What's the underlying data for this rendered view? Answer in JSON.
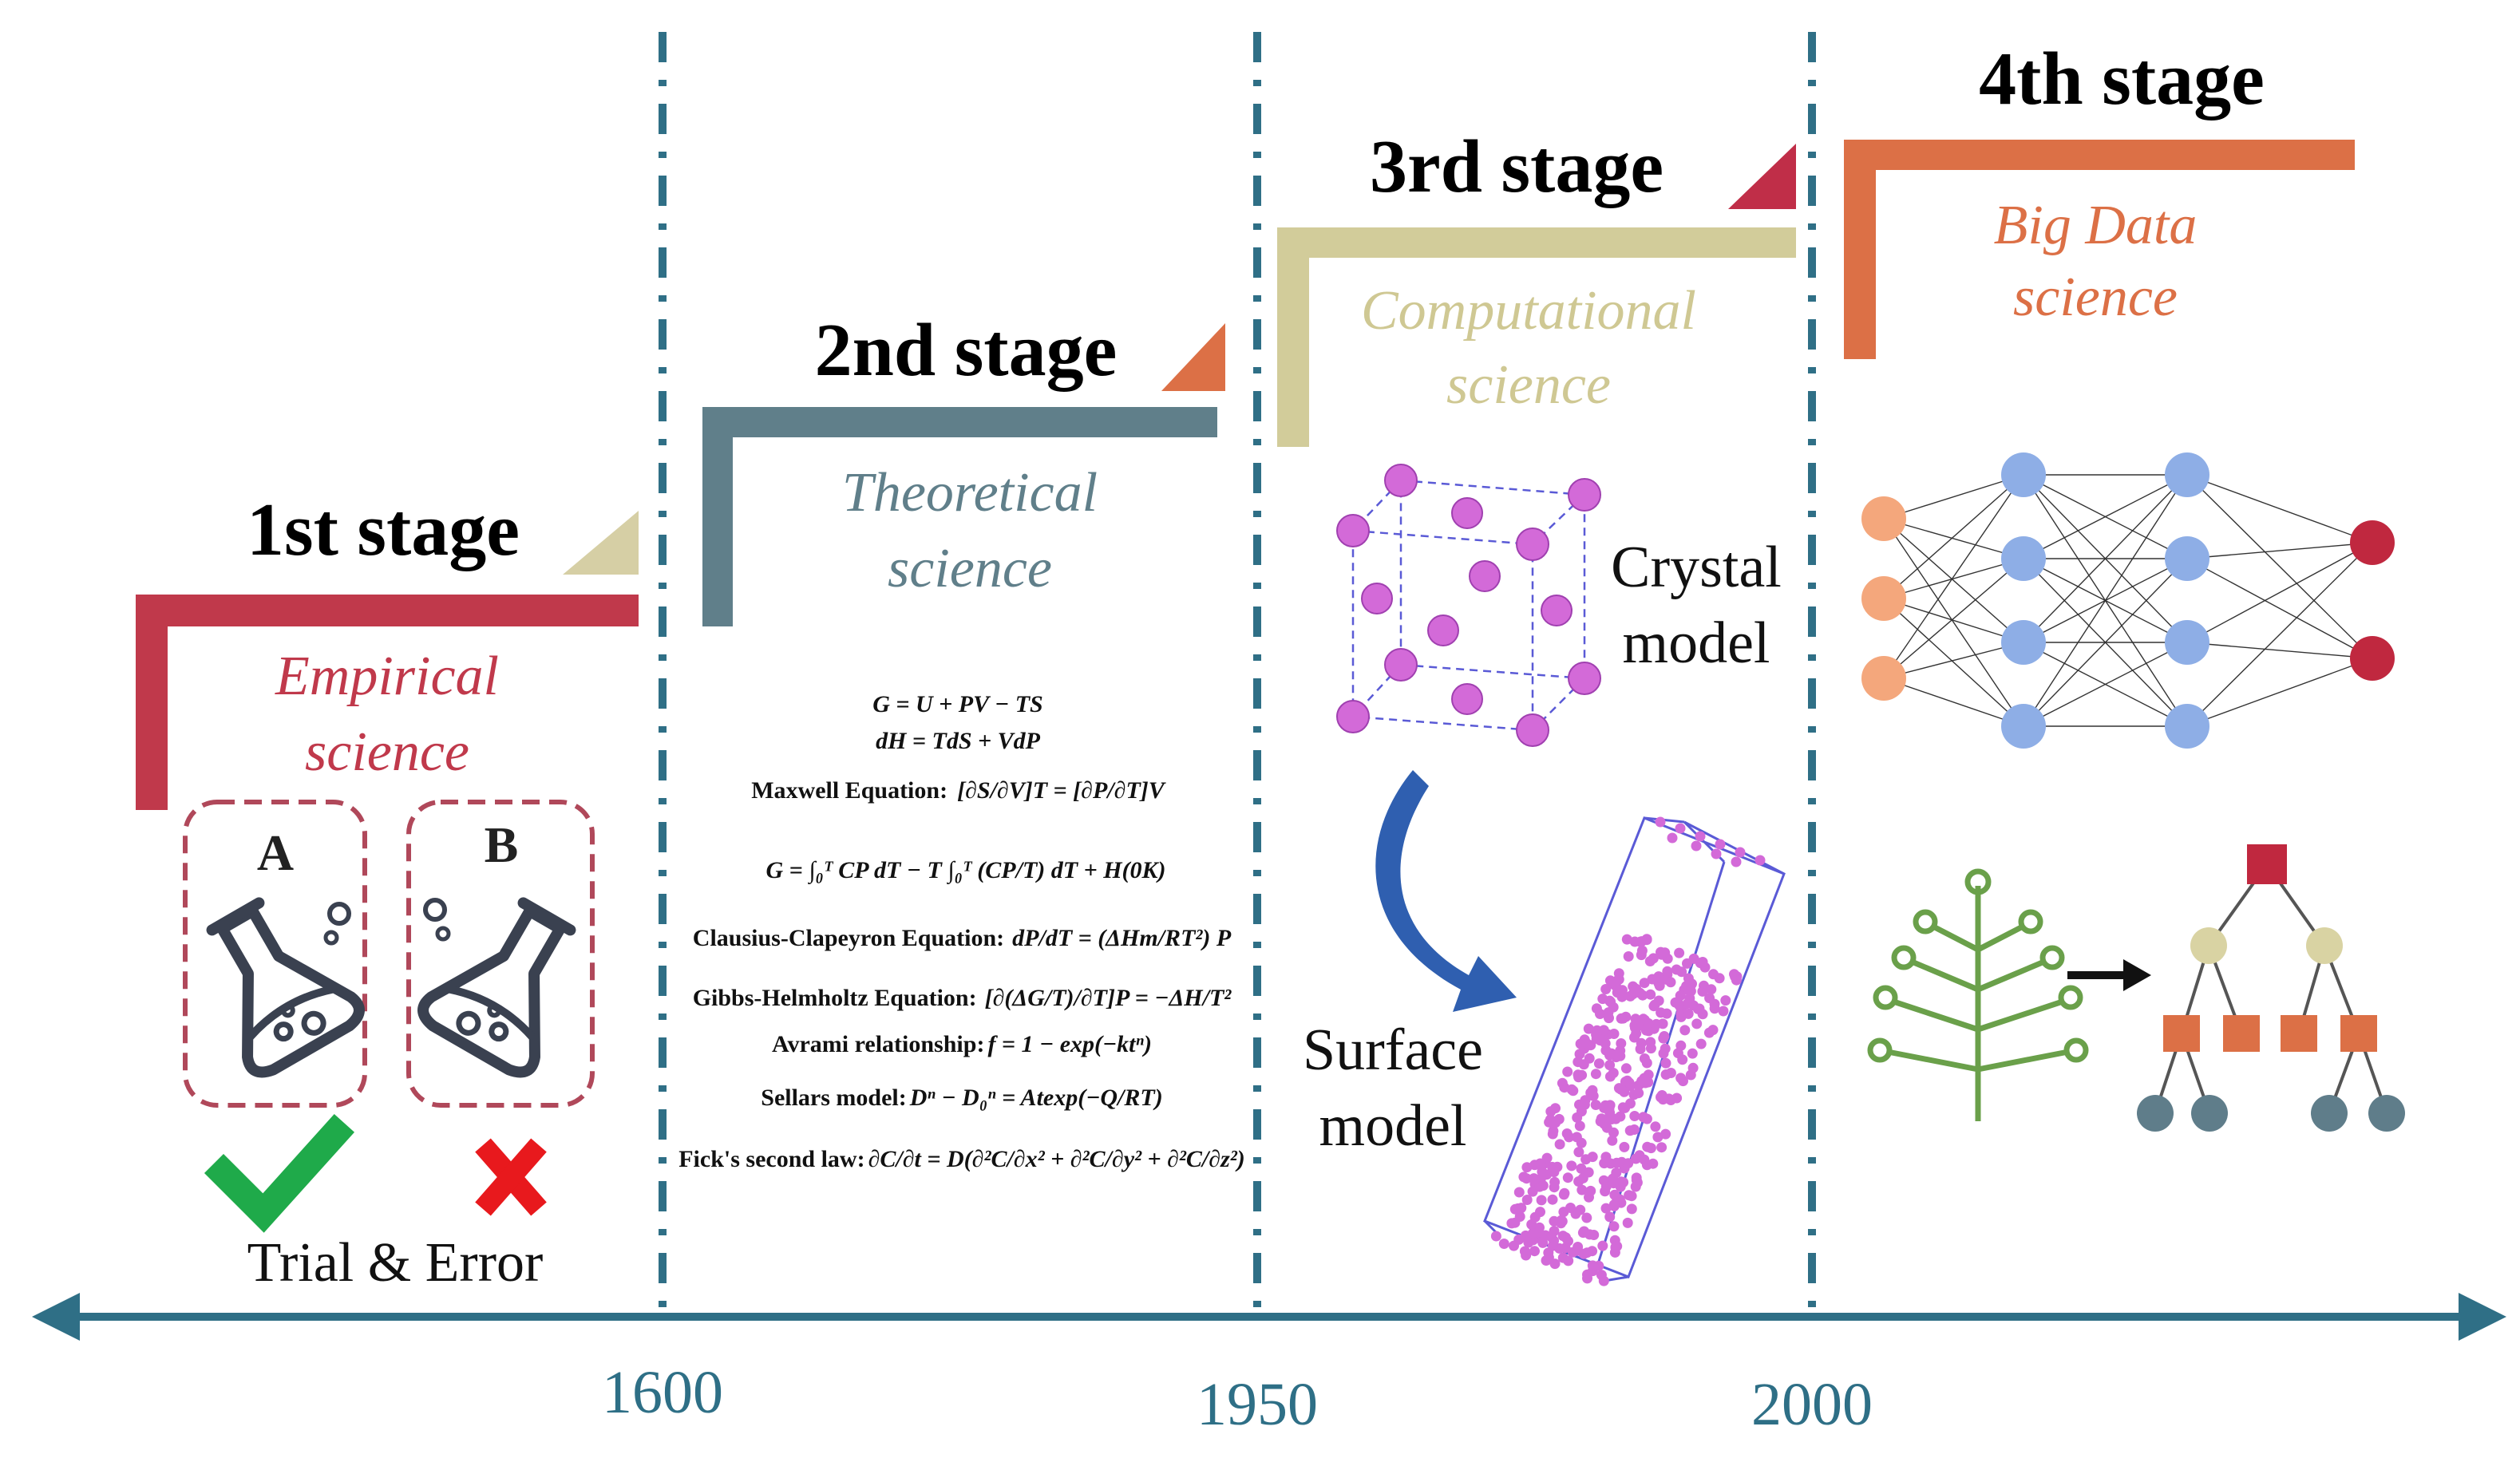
{
  "timeline": {
    "years": [
      "1600",
      "1950",
      "2000"
    ]
  },
  "stages": [
    {
      "title": "1st stage",
      "science_line1": "Empirical",
      "science_line2": "science",
      "color": "#c0394b",
      "marker_color": "#d6cfa5"
    },
    {
      "title": "2nd stage",
      "science_line1": "Theoretical",
      "science_line2": "science",
      "color": "#607f8a",
      "marker_color": "#dc7046"
    },
    {
      "title": "3rd stage",
      "science_line1": "Computational",
      "science_line2": "science",
      "color": "#d2cc9a",
      "marker_color": "#c02e48"
    },
    {
      "title": "4th stage",
      "science_line1": "Big Data",
      "science_line2": "science",
      "color": "#dc7046",
      "marker_color": "#dc7046"
    }
  ],
  "empirical": {
    "flask_a_label": "A",
    "flask_b_label": "B",
    "caption": "Trial & Error",
    "success_color": "#1faa4a",
    "fail_color": "#e8191d"
  },
  "equations": {
    "gibbs": "G = U + PV − TS",
    "enthalpy": "dH = TdS + VdP",
    "maxwell_label": "Maxwell Equation:",
    "maxwell_expr": "[∂S/∂V]T = [∂P/∂T]V",
    "gibbs_integral": "G = ∫₀ᵀ CP dT − T ∫₀ᵀ (CP/T) dT + H(0K)",
    "clausius_label": "Clausius-Clapeyron Equation:",
    "clausius_expr": "dP/dT = (ΔHm/RT²) P",
    "gibbs_helmholtz_label": "Gibbs-Helmholtz Equation:",
    "gibbs_helmholtz_expr": "[∂(ΔG/T)/∂T]P = −ΔH/T²",
    "avrami_label": "Avrami relationship:",
    "avrami_expr": "f = 1 − exp(−ktⁿ)",
    "sellars_label": "Sellars model:",
    "sellars_expr": "Dⁿ − D₀ⁿ = Atexp(−Q/RT)",
    "fick_label": "Fick's second law:",
    "fick_expr": "∂C/∂t = D(∂²C/∂x² + ∂²C/∂y² + ∂²C/∂z²)"
  },
  "computational": {
    "crystal_line1": "Crystal",
    "crystal_line2": "model",
    "surface_line1": "Surface",
    "surface_line2": "model",
    "atom_color": "#d36ad8",
    "arrow_color": "#2f5fb0"
  },
  "bigdata": {
    "input_color": "#f4a77c",
    "hidden_color": "#8eaee6",
    "output_color": "#c0283f",
    "tree_color": "#6aa04a",
    "root_color": "#c0283f",
    "branch_color": "#d9d3a3",
    "split_color": "#dc7046",
    "leaf_color": "#5f7d8a"
  },
  "colors": {
    "axis": "#2f6f86"
  }
}
